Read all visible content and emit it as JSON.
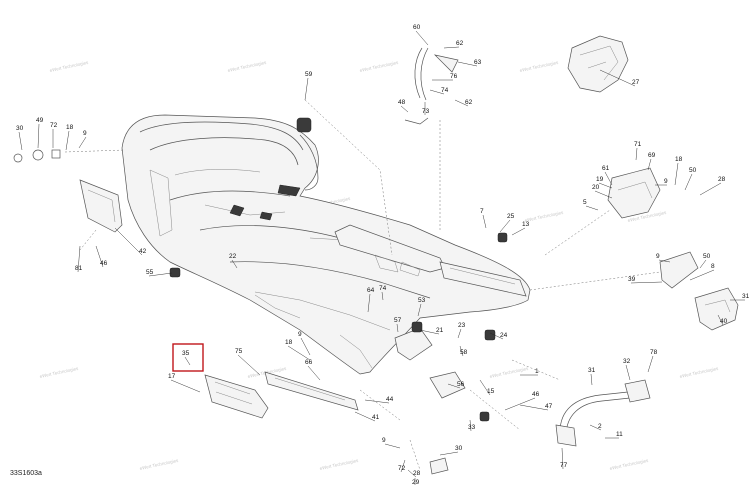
{
  "diagram": {
    "reference_code": "33S1603a",
    "watermark_text": "eWert Technologies",
    "highlight_color": "#c0161b",
    "highlighted_part": "35",
    "parts": [
      {
        "label": "60"
      },
      {
        "label": "62"
      },
      {
        "label": "63"
      },
      {
        "label": "76"
      },
      {
        "label": "74"
      },
      {
        "label": "48"
      },
      {
        "label": "62"
      },
      {
        "label": "73"
      },
      {
        "label": "59"
      },
      {
        "label": "27"
      },
      {
        "label": "30"
      },
      {
        "label": "49"
      },
      {
        "label": "72"
      },
      {
        "label": "18"
      },
      {
        "label": "9"
      },
      {
        "label": "71"
      },
      {
        "label": "69"
      },
      {
        "label": "61"
      },
      {
        "label": "19"
      },
      {
        "label": "9"
      },
      {
        "label": "18"
      },
      {
        "label": "50"
      },
      {
        "label": "20"
      },
      {
        "label": "28"
      },
      {
        "label": "5"
      },
      {
        "label": "7"
      },
      {
        "label": "25"
      },
      {
        "label": "13"
      },
      {
        "label": "9"
      },
      {
        "label": "50"
      },
      {
        "label": "8"
      },
      {
        "label": "39"
      },
      {
        "label": "31"
      },
      {
        "label": "40"
      },
      {
        "label": "42"
      },
      {
        "label": "81"
      },
      {
        "label": "46"
      },
      {
        "label": "55"
      },
      {
        "label": "22"
      },
      {
        "label": "64"
      },
      {
        "label": "57"
      },
      {
        "label": "74"
      },
      {
        "label": "53"
      },
      {
        "label": "23"
      },
      {
        "label": "21"
      },
      {
        "label": "24"
      },
      {
        "label": "58"
      },
      {
        "label": "35"
      },
      {
        "label": "75"
      },
      {
        "label": "17"
      },
      {
        "label": "9"
      },
      {
        "label": "18"
      },
      {
        "label": "66"
      },
      {
        "label": "44"
      },
      {
        "label": "41"
      },
      {
        "label": "15"
      },
      {
        "label": "56"
      },
      {
        "label": "1"
      },
      {
        "label": "46"
      },
      {
        "label": "47"
      },
      {
        "label": "33"
      },
      {
        "label": "32"
      },
      {
        "label": "78"
      },
      {
        "label": "31"
      },
      {
        "label": "2"
      },
      {
        "label": "11"
      },
      {
        "label": "77"
      },
      {
        "label": "9"
      },
      {
        "label": "72"
      },
      {
        "label": "28"
      },
      {
        "label": "29"
      },
      {
        "label": "30"
      }
    ]
  }
}
